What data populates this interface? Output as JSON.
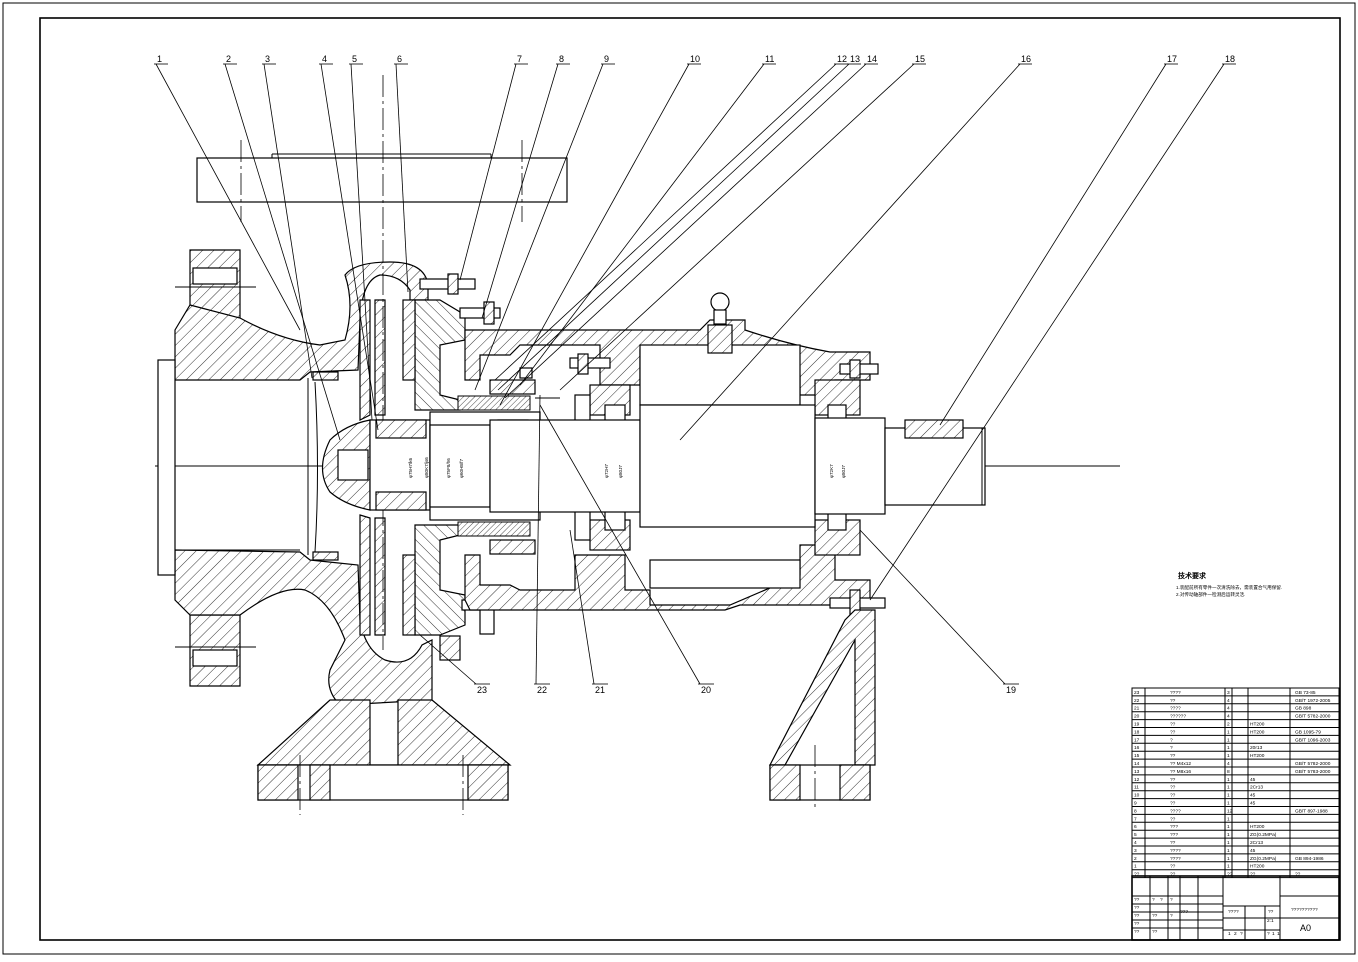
{
  "drawing": {
    "part_numbers_top": [
      "1",
      "2",
      "3",
      "4",
      "5",
      "6",
      "7",
      "8",
      "9",
      "10",
      "11",
      "12",
      "13",
      "14",
      "15",
      "16",
      "17",
      "18"
    ],
    "part_numbers_bottom": [
      "23",
      "22",
      "21",
      "20",
      "19"
    ],
    "technical_requirements": {
      "title": "技术要求",
      "line1": "1.装配前所有零件一次清洗除去，需装置合气用保留.",
      "line2": "2.对传动轴部件一检测后运转灵活."
    },
    "section_labels": [
      "φ75H7/k6",
      "φ80K7/js6",
      "φ75F8/h6",
      "φ60H8/f7",
      "φ72H7",
      "φ80J7",
      "φ72K7",
      "φ80J7"
    ],
    "bom": [
      {
        "no": "23",
        "name": "????",
        "qty": "3",
        "material": "",
        "standard": "GB 73-85"
      },
      {
        "no": "22",
        "name": "??",
        "qty": "4",
        "material": "",
        "standard": "GB/T 1972-2005"
      },
      {
        "no": "21",
        "name": "????",
        "qty": "4",
        "material": "",
        "standard": "GB 898"
      },
      {
        "no": "20",
        "name": "??????",
        "qty": "4",
        "material": "",
        "standard": "GB/T 5782-2000"
      },
      {
        "no": "19",
        "name": "??",
        "qty": "2",
        "material": "HT200",
        "standard": ""
      },
      {
        "no": "18",
        "name": "??",
        "qty": "1",
        "material": "HT200",
        "standard": "GB 1095-79"
      },
      {
        "no": "17",
        "name": "?",
        "qty": "1",
        "material": "",
        "standard": "GB/T 1096-2003"
      },
      {
        "no": "16",
        "name": "?",
        "qty": "1",
        "material": "20r13",
        "standard": ""
      },
      {
        "no": "15",
        "name": "??",
        "qty": "1",
        "material": "HT200",
        "standard": ""
      },
      {
        "no": "14",
        "name": "?? M4x12",
        "qty": "4",
        "material": "",
        "standard": "GB/T 5782-2000"
      },
      {
        "no": "13",
        "name": "?? M8x16",
        "qty": "8",
        "material": "",
        "standard": "GB/T 5783-2000"
      },
      {
        "no": "12",
        "name": "??",
        "qty": "1",
        "material": "45",
        "standard": ""
      },
      {
        "no": "11",
        "name": "??",
        "qty": "1",
        "material": "2Cr13",
        "standard": ""
      },
      {
        "no": "10",
        "name": "??",
        "qty": "1",
        "material": "45",
        "standard": ""
      },
      {
        "no": "9",
        "name": "??",
        "qty": "1",
        "material": "45",
        "standard": ""
      },
      {
        "no": "8",
        "name": "????",
        "qty": "12",
        "material": "",
        "standard": "GB/T 897-1988"
      },
      {
        "no": "7",
        "name": "??",
        "qty": "1",
        "material": "",
        "standard": ""
      },
      {
        "no": "6",
        "name": "???",
        "qty": "1",
        "material": "HT200",
        "standard": ""
      },
      {
        "no": "5",
        "name": "???",
        "qty": "1",
        "material": "ZG(0.2MPa)",
        "standard": ""
      },
      {
        "no": "4",
        "name": "??",
        "qty": "1",
        "material": "2Cr13",
        "standard": ""
      },
      {
        "no": "3",
        "name": "????",
        "qty": "1",
        "material": "45",
        "standard": ""
      },
      {
        "no": "2",
        "name": "????",
        "qty": "1",
        "material": "ZG(0.2MPa)",
        "standard": "GB 894-1986"
      },
      {
        "no": "1",
        "name": "??",
        "qty": "1",
        "material": "HT200",
        "standard": ""
      }
    ],
    "bom_header": {
      "no": "??",
      "name": "??",
      "qty": "??",
      "material": "??",
      "standard": "??"
    },
    "title_block": {
      "drawing_title": "??????????",
      "sheet_size": "A0",
      "scale": "2:1",
      "cells": [
        "??",
        "??",
        "?",
        "?",
        "?",
        "??",
        "???",
        "??",
        "??",
        "????",
        "??",
        "??",
        "??",
        "?",
        "1",
        "2",
        "?",
        "?",
        "1",
        "1"
      ]
    }
  }
}
